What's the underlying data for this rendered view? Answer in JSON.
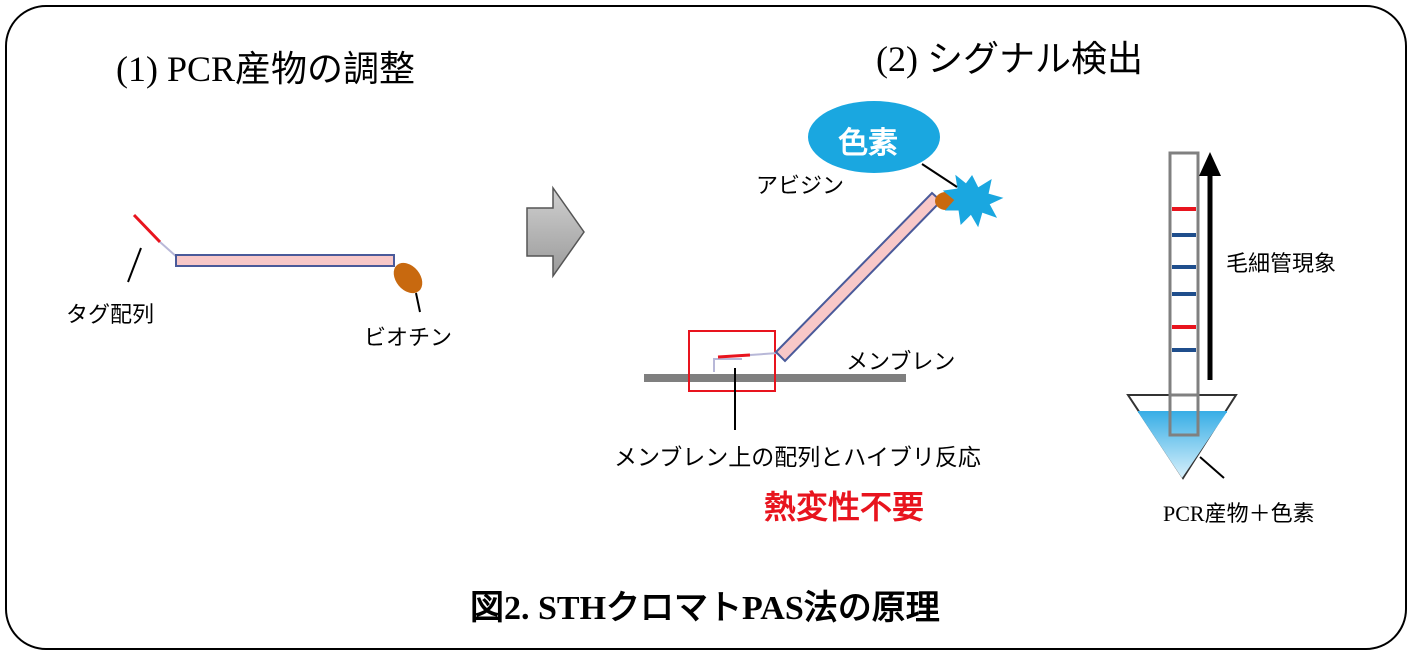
{
  "heading_left": "(1) PCR産物の調整",
  "heading_right": "(2) シグナル検出",
  "labels": {
    "tag": "タグ配列",
    "biotin": "ビオチン",
    "dye": "色素",
    "avidin": "アビジン",
    "membrane": "メンブレン",
    "capillary": "毛細管現象",
    "hybrid": "メンブレン上の配列とハイブリ反応",
    "no_denature": "熱変性不要",
    "sample": "PCR産物＋色素"
  },
  "caption": "図2. STHクロマトPAS法の原理",
  "colors": {
    "tag_red": "#e8141e",
    "band_blue": "#1f4e8c",
    "strand_fill": "#f8c8c8",
    "strand_stroke": "#4a5a9a",
    "biotin": "#c8690f",
    "dye_fill": "#1aa7e0",
    "emphasis_red": "#e8141e",
    "membrane": "#7f7f7f",
    "liquid": "#5ab6e6"
  }
}
